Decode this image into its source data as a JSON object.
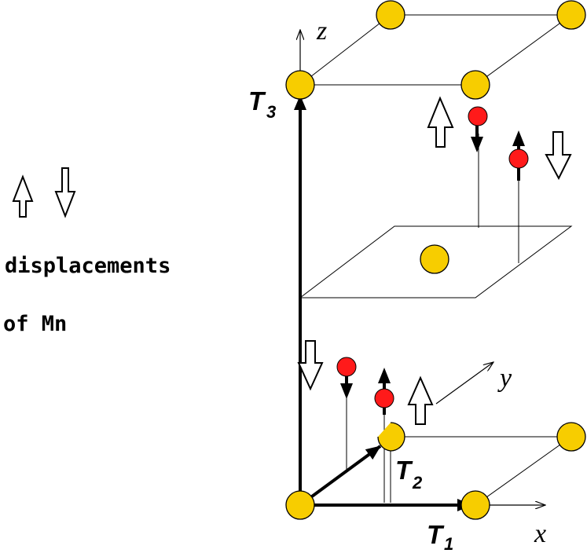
{
  "legend": {
    "arrows_icon": "up-down-hollow-arrows",
    "line1": "displacements",
    "line2": "of Mn"
  },
  "axes": {
    "x": "x",
    "y": "y",
    "z": "z"
  },
  "vectors": {
    "t1": {
      "main": "T",
      "sub": "1"
    },
    "t2": {
      "main": "T",
      "sub": "2"
    },
    "t3": {
      "main": "T",
      "sub": "3"
    }
  },
  "colors": {
    "atom_yellow": "#f7cd00",
    "atom_red": "#ff1a1a",
    "line": "#000000"
  }
}
